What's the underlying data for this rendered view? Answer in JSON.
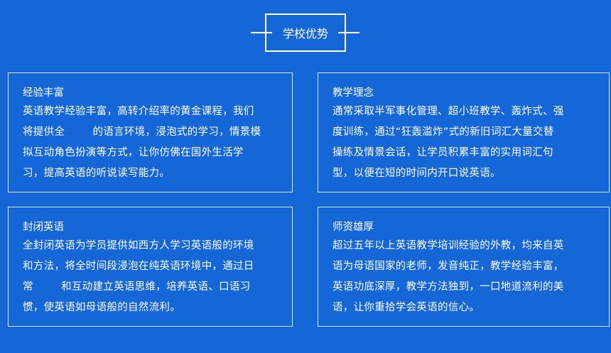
{
  "header": {
    "title": "学校优势"
  },
  "colors": {
    "background": "#1566d6",
    "text": "#ffffff"
  },
  "cards": [
    {
      "title": "经验丰富",
      "lines": [
        "英语教学经验丰富，高转介绍率的黄金课程，我们",
        "将提供全        的语言环境，浸泡式的学习，情景模",
        "拟互动角色扮演等方式，让你仿佛在国外生活学",
        "习，提高英语的听说读写能力。"
      ]
    },
    {
      "title": "教学理念",
      "lines": [
        "通常采取半军事化管理、超小班教学、轰炸式、强",
        "度训练，通过“狂轰滥炸”式的新旧词汇大量交替",
        "操练及情景会话，让学员积累丰富的实用词汇句",
        "型，以便在短的时间内开口说英语。"
      ]
    },
    {
      "title": "封闭英语",
      "lines": [
        "全封闭英语为学员提供如西方人学习英语般的环境",
        "和方法，将全时间段浸泡在纯英语环境中，通过日",
        "常        和互动建立英语思维，培养英语、口语习",
        "惯，使英语如母语般的自然流利。"
      ]
    },
    {
      "title": "师资雄厚",
      "lines": [
        "超过五年以上英语教学培训经验的外教，均来自英",
        "语为母语国家的老师，发音纯正，教学经验丰富，",
        "英语功底深厚，教学方法独到，一口地道流利的美",
        "语，让你重拾学会英语的信心。"
      ]
    }
  ]
}
